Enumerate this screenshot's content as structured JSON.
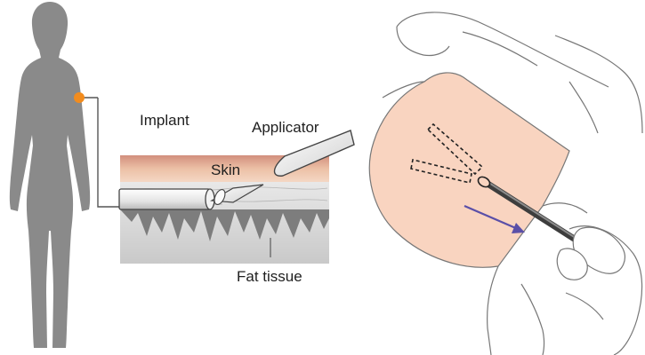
{
  "labels": {
    "implant": "Implant",
    "applicator": "Applicator",
    "skin": "Skin",
    "fat_tissue": "Fat tissue"
  },
  "colors": {
    "silhouette": "#8a8a8a",
    "insertion_site": "#f28c1e",
    "skin_top": "#d99a87",
    "skin_layer": "#efc6ad",
    "fat_light": "#dedede",
    "fat_dark": "#7a7a7a",
    "arm_skin": "#f9d3bf",
    "direction_arrow": "#5a4fa8",
    "outline": "#555555"
  },
  "icons": {
    "body": "female-silhouette-icon",
    "site": "insertion-site-marker",
    "hands": "hand-outline-icon"
  }
}
